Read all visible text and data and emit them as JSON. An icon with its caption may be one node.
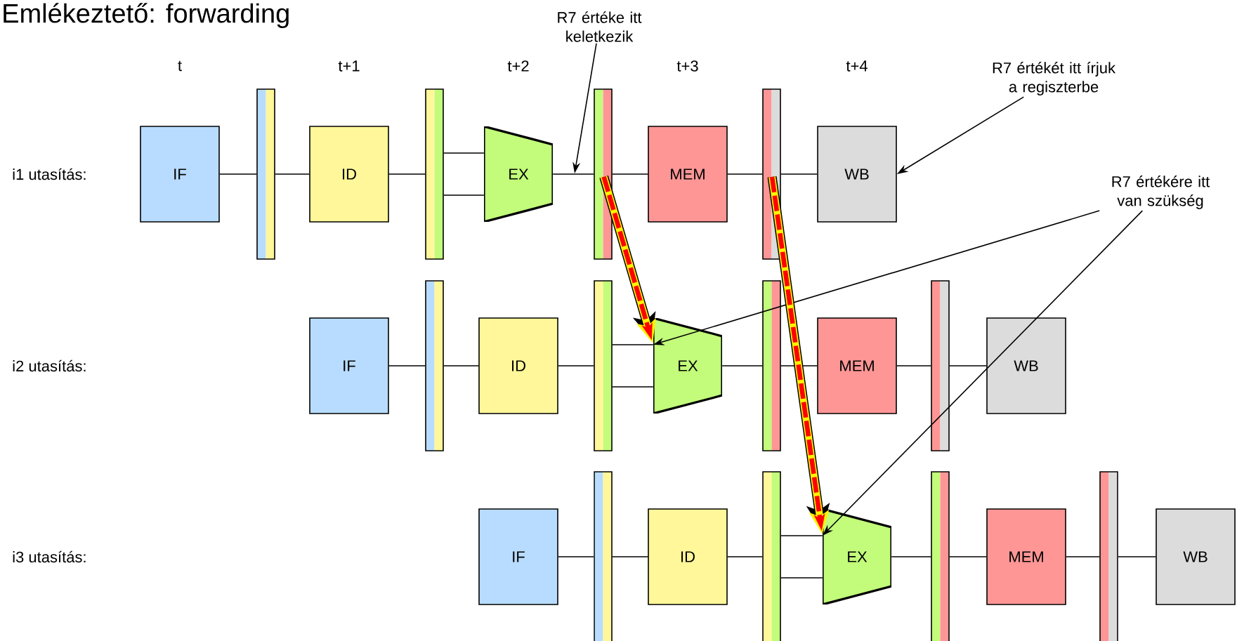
{
  "diagram": {
    "title": "Emlékeztető: forwarding",
    "nodes": [
      {
        "text": [
          "IF"
        ]
      },
      {
        "text": [],
        "shape": "bar"
      },
      {
        "text": [
          "ID"
        ]
      },
      {
        "text": [],
        "shape": "bar"
      },
      {
        "text": [
          "EX"
        ]
      },
      {
        "text": [],
        "shape": "bar"
      },
      {
        "text": [
          "MEM"
        ]
      },
      {
        "text": [],
        "shape": "bar"
      },
      {
        "text": [
          "WB"
        ]
      },
      {
        "text": [
          "IF"
        ]
      },
      {
        "text": [],
        "shape": "bar"
      },
      {
        "text": [
          "ID"
        ]
      },
      {
        "text": [],
        "shape": "bar"
      },
      {
        "text": [
          "EX"
        ]
      },
      {
        "text": [],
        "shape": "bar"
      },
      {
        "text": [
          "MEM"
        ]
      },
      {
        "text": [],
        "shape": "bar"
      },
      {
        "text": [
          "WB"
        ]
      },
      {
        "text": [
          "IF"
        ]
      },
      {
        "text": [],
        "shape": "bar"
      },
      {
        "text": [
          "ID"
        ]
      },
      {
        "text": [],
        "shape": "bar"
      },
      {
        "text": [
          "EX"
        ]
      },
      {
        "text": [],
        "shape": "bar"
      },
      {
        "text": [
          "MEM"
        ]
      },
      {
        "text": [],
        "shape": "bar"
      },
      {
        "text": [
          "WB"
        ]
      },
      {
        "text": [
          "R7 értéke itt keletkezik"
        ]
      },
      {
        "text": [
          "R7 értékét itt írjuk a regiszterbe"
        ]
      },
      {
        "text": [
          "R7 értékére itt van szükség"
        ]
      }
    ],
    "edges": [
      {
        "from": 0,
        "to": 1,
        "arrow": "none"
      },
      {
        "from": 1,
        "to": 2,
        "arrow": "none"
      },
      {
        "from": 2,
        "to": 3,
        "arrow": "none"
      },
      {
        "from": 3,
        "to": 4,
        "arrow": "none"
      },
      {
        "from": 3,
        "to": 4,
        "arrow": "none"
      },
      {
        "from": 4,
        "to": 5,
        "arrow": "none"
      },
      {
        "from": 5,
        "to": 6,
        "arrow": "none"
      },
      {
        "from": 6,
        "to": 7,
        "arrow": "none"
      },
      {
        "from": 7,
        "to": 8,
        "arrow": "none"
      },
      {
        "from": 9,
        "to": 10,
        "arrow": "none"
      },
      {
        "from": 10,
        "to": 11,
        "arrow": "none"
      },
      {
        "from": 11,
        "to": 12,
        "arrow": "none"
      },
      {
        "from": 12,
        "to": 13,
        "arrow": "none"
      },
      {
        "from": 12,
        "to": 13,
        "arrow": "none"
      },
      {
        "from": 13,
        "to": 14,
        "arrow": "none"
      },
      {
        "from": 14,
        "to": 15,
        "arrow": "none"
      },
      {
        "from": 15,
        "to": 16,
        "arrow": "none"
      },
      {
        "from": 16,
        "to": 17,
        "arrow": "none"
      },
      {
        "from": 18,
        "to": 19,
        "arrow": "none"
      },
      {
        "from": 19,
        "to": 20,
        "arrow": "none"
      },
      {
        "from": 20,
        "to": 21,
        "arrow": "none"
      },
      {
        "from": 21,
        "to": 22,
        "arrow": "none"
      },
      {
        "from": 21,
        "to": 22,
        "arrow": "none"
      },
      {
        "from": 22,
        "to": 23,
        "arrow": "none"
      },
      {
        "from": 23,
        "to": 24,
        "arrow": "none"
      },
      {
        "from": 24,
        "to": 25,
        "arrow": "none"
      },
      {
        "from": 25,
        "to": 26,
        "arrow": "none"
      },
      {
        "from": 27,
        "to": null,
        "arrow": "to"
      },
      {
        "from": 28,
        "to": 8,
        "arrow": "to"
      },
      {
        "from": 29,
        "to": 13,
        "arrow": "to"
      },
      {
        "from": 29,
        "to": 22,
        "arrow": "to"
      },
      {
        "from": 5,
        "to": 13,
        "arrow": "to",
        "style": "dashed",
        "color": "#ff0000"
      },
      {
        "from": 7,
        "to": 22,
        "arrow": "to",
        "style": "dashed",
        "color": "#ff0000"
      }
    ],
    "labels": [
      "t",
      "t+1",
      "t+2",
      "t+3",
      "t+4",
      "i1 utasítás:",
      "i2 utasítás:",
      "i3 utasítás:"
    ]
  }
}
